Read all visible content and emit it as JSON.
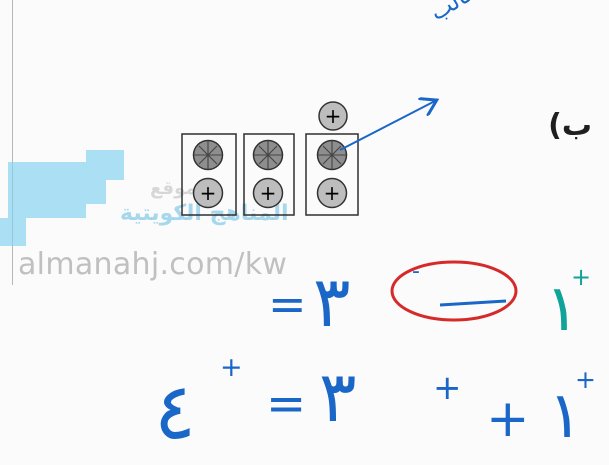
{
  "document": {
    "question_label": "ب)",
    "annotation_label": "سالب",
    "watermark": {
      "brand": "موقع",
      "site": "المناهج الكويتية",
      "url": "almanahj.com/kw"
    }
  },
  "tiles": {
    "plus_symbol": "+",
    "zero_pairs": 3,
    "extra_positive": 1
  },
  "equations": [
    {
      "left_number": "١",
      "left_sign": "+",
      "middle_sign": "-",
      "right_number": "٣",
      "equals": "=",
      "result": ""
    },
    {
      "left_number": "١",
      "left_sign": "+",
      "middle_sign": "+",
      "right_number": "٣",
      "right_sign": "+",
      "equals": "=",
      "result": "٤",
      "result_sign": "+"
    }
  ],
  "colors": {
    "ink_blue": "#1a67c8",
    "ink_red": "#d62a2a",
    "ink_teal": "#10a39a",
    "tile_dark": "#8e8e8e",
    "tile_light": "#bdbdbd"
  }
}
